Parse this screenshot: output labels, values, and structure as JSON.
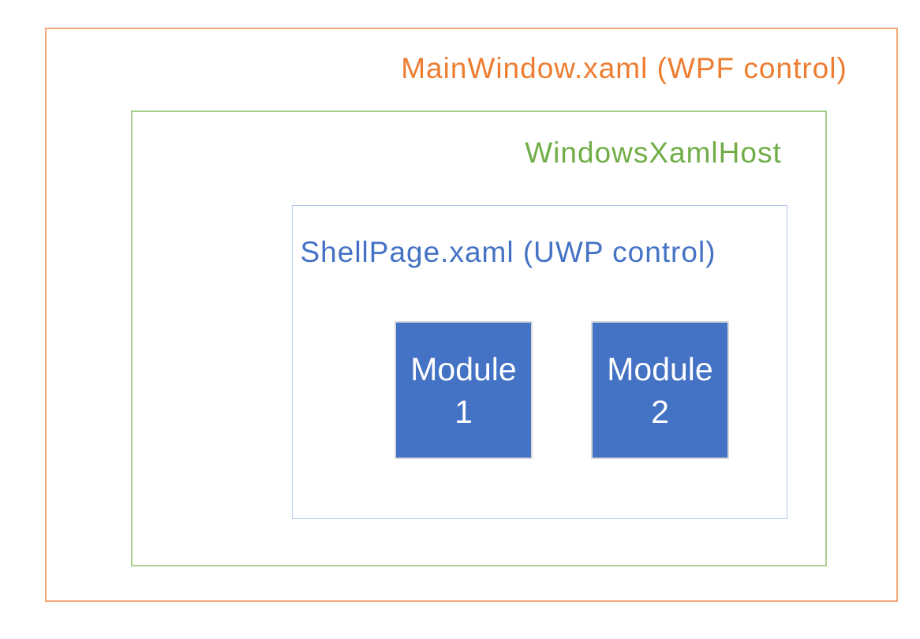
{
  "diagram": {
    "outer_box": {
      "label": "MainWindow.xaml (WPF control)",
      "text_color": "#ED7D31",
      "border_color": "#F4A878"
    },
    "host_box": {
      "label": "WindowsXamlHost",
      "text_color": "#70AD47",
      "border_color": "#A9D18E"
    },
    "shell_box": {
      "label": "ShellPage.xaml (UWP control)",
      "text_color": "#4472C4",
      "border_color": "#B4C7E7"
    },
    "modules": [
      {
        "lines": [
          "Module",
          "1"
        ]
      },
      {
        "lines": [
          "Module",
          "2"
        ]
      }
    ],
    "module_style": {
      "fill_color": "#4472C4",
      "text_color": "#FFFFFF",
      "border_color": "#D9D9D9"
    },
    "background_color": "#FFFFFF"
  }
}
